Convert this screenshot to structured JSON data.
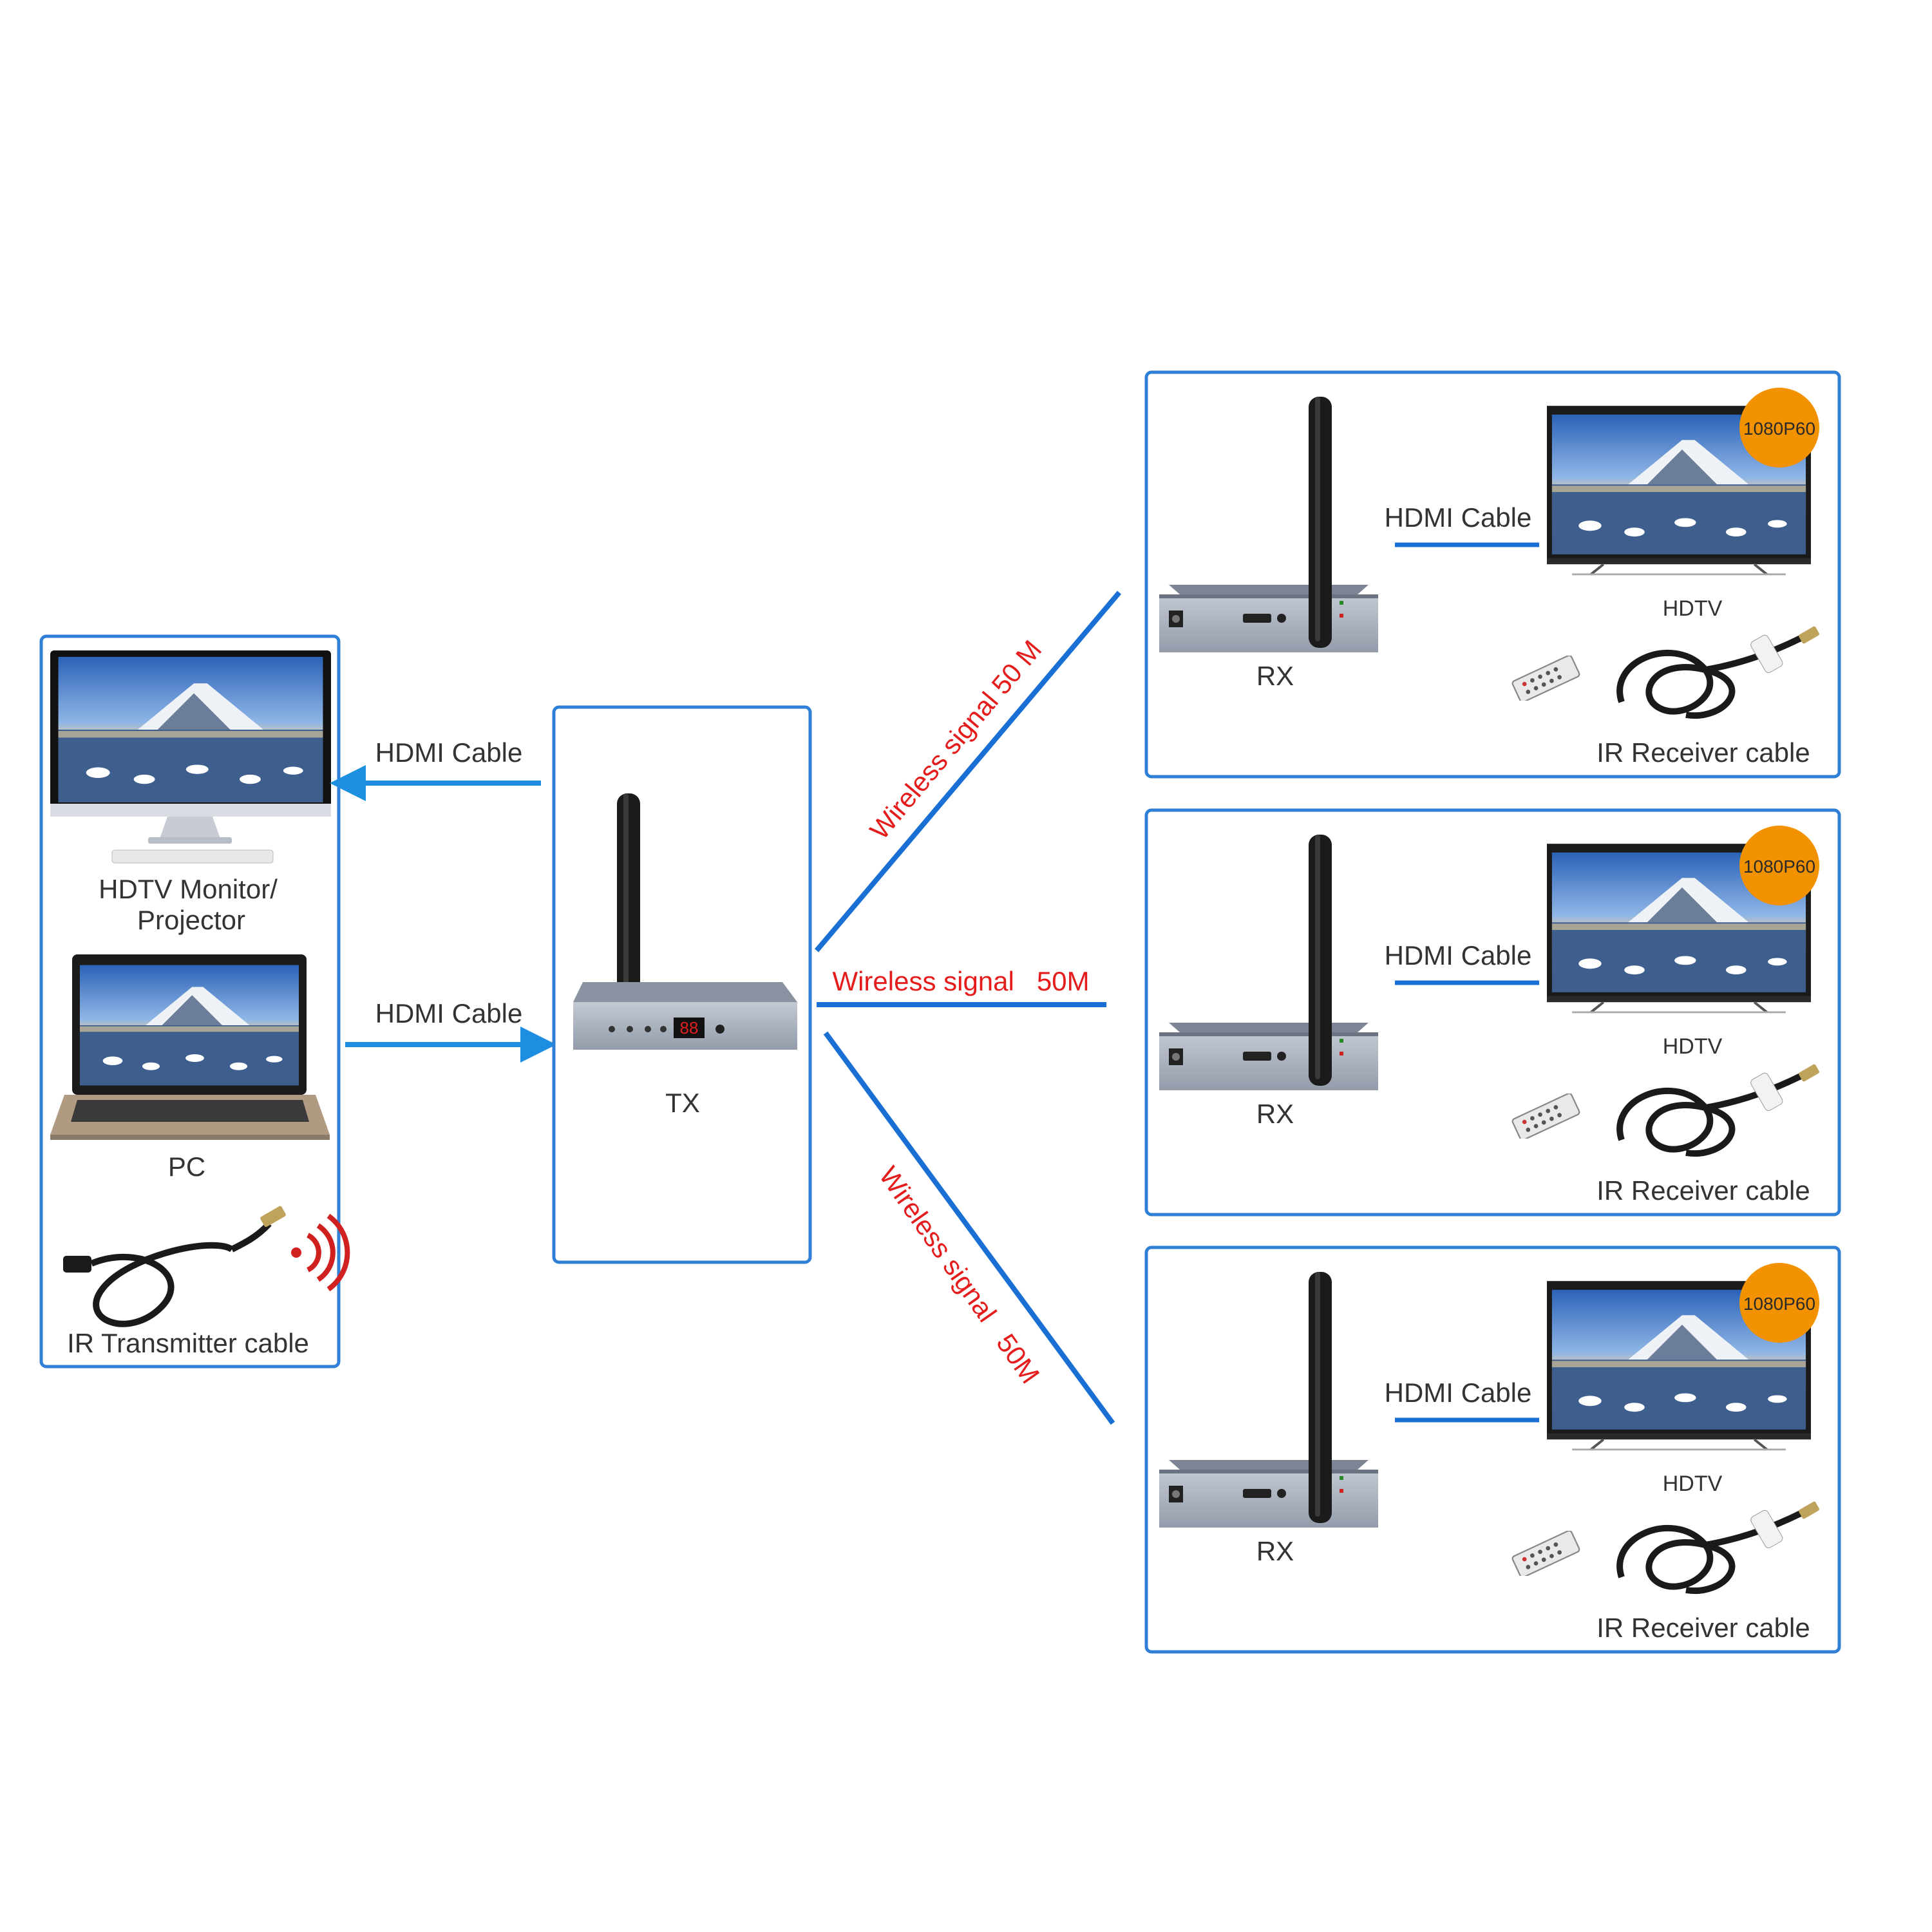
{
  "source_panel": {
    "monitor_label_line1": "HDTV Monitor/",
    "monitor_label_line2": "Projector",
    "pc_label": "PC",
    "ir_tx_label": "IR Transmitter cable"
  },
  "links": {
    "hdmi_to_monitor": "HDMI Cable",
    "hdmi_from_pc": "HDMI Cable"
  },
  "tx_panel": {
    "label": "TX",
    "display_digits": "88"
  },
  "wireless": {
    "upper": "Wireless signal 50 M",
    "middle": "Wireless signal   50M",
    "lower": "Wireless signal   50M"
  },
  "receivers": [
    {
      "rx_label": "RX",
      "hdmi_label": "HDMI Cable",
      "tv_label": "HDTV",
      "badge": "1080P60",
      "ir_label": "IR Receiver cable"
    },
    {
      "rx_label": "RX",
      "hdmi_label": "HDMI Cable",
      "tv_label": "HDTV",
      "badge": "1080P60",
      "ir_label": "IR Receiver cable"
    },
    {
      "rx_label": "RX",
      "hdmi_label": "HDMI Cable",
      "tv_label": "HDTV",
      "badge": "1080P60",
      "ir_label": "IR Receiver cable"
    }
  ],
  "colors": {
    "panel_border": "#2f7fd6",
    "line_blue": "#1a6fd4",
    "arrow_blue": "#1e8fe0",
    "wireless_text": "#e51c1c",
    "badge": "#f39200",
    "device_grey": "#a9b0bc"
  }
}
